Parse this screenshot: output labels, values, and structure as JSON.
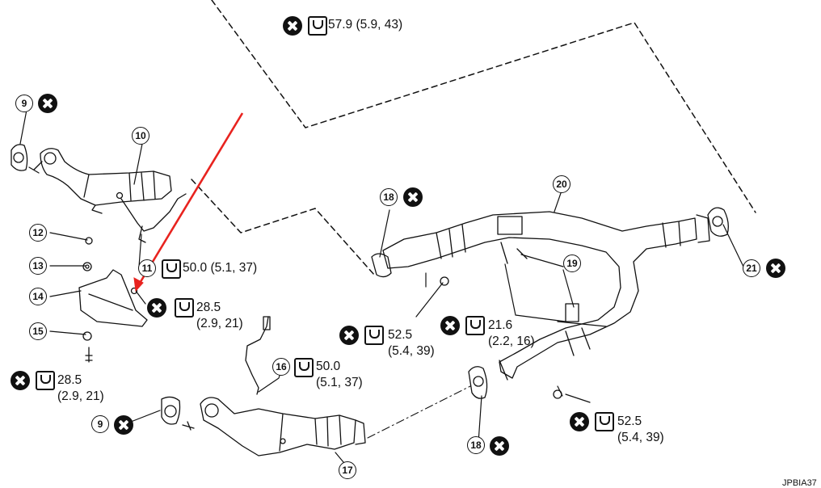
{
  "torques": {
    "t_top": "57.9 (5.9, 43)",
    "t_11": "50.0 (5.1, 37)",
    "t_left_nut_1": "28.5",
    "t_left_nut_2": "(2.9, 21)",
    "t_bolt_1": "28.5",
    "t_bolt_2": "(2.9, 21)",
    "t_16_1": "50.0",
    "t_16_2": "(5.1, 37)",
    "t_mid_1": "52.5",
    "t_mid_2": "(5.4, 39)",
    "t_19_1": "21.6",
    "t_19_2": "(2.2, 16)",
    "t_bottom_1": "52.5",
    "t_bottom_2": "(5.4, 39)"
  },
  "parts": {
    "p9a": "9",
    "p9b": "9",
    "p10": "10",
    "p11": "11",
    "p12": "12",
    "p13": "13",
    "p14": "14",
    "p15": "15",
    "p16": "16",
    "p17": "17",
    "p18a": "18",
    "p18b": "18",
    "p19": "19",
    "p20": "20",
    "p21": "21"
  },
  "symbols": {
    "x_icon": "replace-every-time-icon",
    "torque_icon": "torque-wrench-icon",
    "arrow_color": "#e8231f"
  },
  "figure_code": "JPBIA37"
}
